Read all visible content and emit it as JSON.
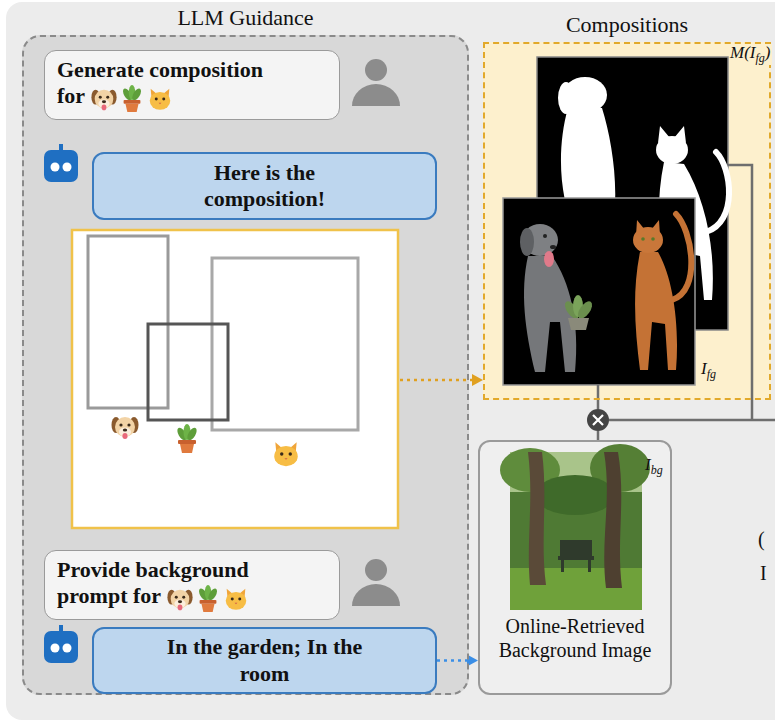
{
  "diagram": {
    "nodes": [
      {
        "text": [
          "LLM Guidance"
        ]
      },
      {
        "text": [
          "Generate composition for"
        ],
        "in": 0
      },
      {
        "text": [
          "Here is the composition!"
        ],
        "in": 0
      },
      {
        "text": [
          "Provide background prompt for"
        ],
        "in": 0
      },
      {
        "text": [
          "In the garden; In the room"
        ],
        "in": 0
      },
      {
        "text": [
          "Compositions"
        ]
      },
      {
        "text": [
          "Online-Retrieved Background Image"
        ]
      }
    ],
    "edges": [
      {
        "from": 4,
        "to": 6,
        "arrow": "to"
      }
    ],
    "labels": [
      "M(I",
      "fg",
      ")",
      "I",
      "fg",
      "I",
      "bg",
      "(",
      "I"
    ]
  }
}
